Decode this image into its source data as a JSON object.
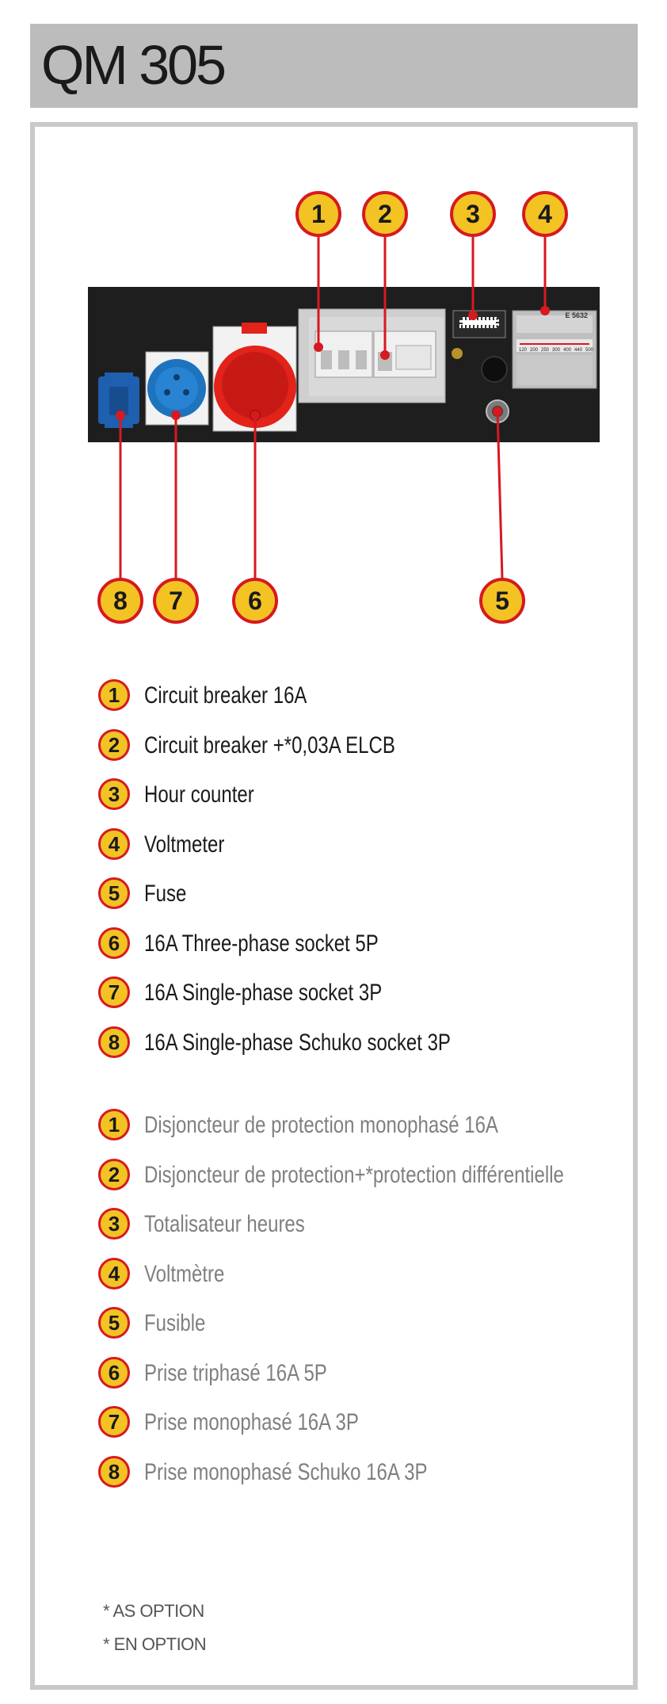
{
  "header": {
    "title": "QM 305"
  },
  "diagram": {
    "callouts": [
      {
        "number": "1"
      },
      {
        "number": "2"
      },
      {
        "number": "3"
      },
      {
        "number": "4"
      },
      {
        "number": "5"
      },
      {
        "number": "6"
      },
      {
        "number": "7"
      },
      {
        "number": "8"
      }
    ],
    "voltmeter": {
      "label": "E 5632",
      "scale": [
        "120",
        "200",
        "250",
        "300",
        "400",
        "440",
        "500"
      ]
    }
  },
  "legend_en": [
    {
      "number": "1",
      "text": "Circuit breaker 16A"
    },
    {
      "number": "2",
      "text": "Circuit breaker +*0,03A ELCB"
    },
    {
      "number": "3",
      "text": "Hour counter"
    },
    {
      "number": "4",
      "text": "Voltmeter"
    },
    {
      "number": "5",
      "text": "Fuse"
    },
    {
      "number": "6",
      "text": "16A Three-phase socket 5P"
    },
    {
      "number": "7",
      "text": "16A Single-phase socket 3P"
    },
    {
      "number": "8",
      "text": "16A Single-phase Schuko socket 3P"
    }
  ],
  "legend_fr": [
    {
      "number": "1",
      "text": "Disjoncteur de protection monophasé 16A"
    },
    {
      "number": "2",
      "text": "Disjoncteur de protection+*protection différentielle"
    },
    {
      "number": "3",
      "text": "Totalisateur heures"
    },
    {
      "number": "4",
      "text": "Voltmètre"
    },
    {
      "number": "5",
      "text": "Fusible"
    },
    {
      "number": "6",
      "text": "Prise triphasé 16A 5P"
    },
    {
      "number": "7",
      "text": "Prise monophasé 16A 3P"
    },
    {
      "number": "8",
      "text": "Prise monophasé Schuko 16A 3P"
    }
  ],
  "notes": [
    "* AS OPTION",
    "* EN OPTION"
  ],
  "colors": {
    "panel": "#1e1e1e",
    "badge_fill": "#f3c324",
    "badge_ring": "#d71920",
    "leader": "#d71920",
    "socket_blue": "#1e73be",
    "socket_red": "#e2231a",
    "breaker_box": "#cfcfcf"
  }
}
